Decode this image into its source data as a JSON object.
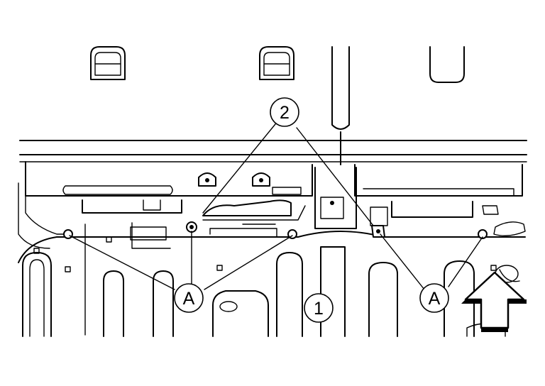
{
  "callouts": {
    "part_1": "1",
    "part_2": "2",
    "bolt_a_left": "A",
    "bolt_a_right": "A"
  },
  "icons": {
    "direction_arrow": "front-arrow-icon"
  },
  "colors": {
    "line": "#000000",
    "background": "#ffffff"
  }
}
